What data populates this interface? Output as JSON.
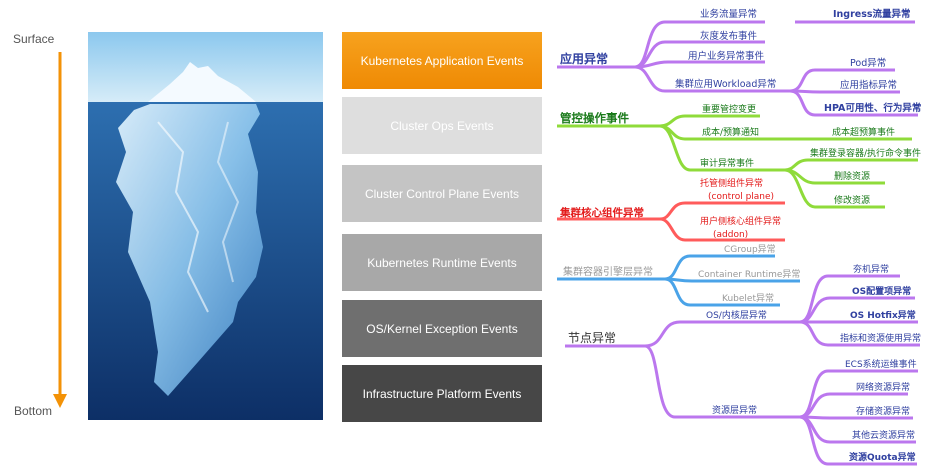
{
  "axis": {
    "top": "Surface",
    "bottom": "Bottom"
  },
  "layers": [
    {
      "label": "Kubernetes Application Events",
      "bg": "#f39207",
      "fg": "#ffffff"
    },
    {
      "label": "Cluster Ops Events",
      "bg": "#dedede",
      "fg": "#ffffff"
    },
    {
      "label": "Cluster Control Plane Events",
      "bg": "#c4c4c4",
      "fg": "#ffffff"
    },
    {
      "label": "Kubernetes Runtime Events",
      "bg": "#a8a8a8",
      "fg": "#ffffff"
    },
    {
      "label": "OS/Kernel Exception Events",
      "bg": "#6f6f6f",
      "fg": "#ffffff"
    },
    {
      "label": "Infrastructure Platform Events",
      "bg": "#474747",
      "fg": "#ffffff"
    }
  ],
  "mindmap": {
    "app": {
      "color": "#bb77ee",
      "text_color": "#3040a0",
      "root": "应用异常",
      "items": [
        "业务流量异常",
        "Ingress流量异常",
        "灰度发布事件",
        "用户业务异常事件",
        "集群应用Workload异常",
        "Pod异常",
        "应用指标异常",
        "HPA可用性、行为异常"
      ]
    },
    "ops": {
      "color": "#8fdb3a",
      "text_color": "#1a7a1a",
      "root": "管控操作事件",
      "items": [
        "重要管控变更",
        "成本/预算通知",
        "成本超预算事件",
        "审计异常事件",
        "集群登录容器/执行命令事件",
        "删除资源",
        "修改资源"
      ]
    },
    "control": {
      "color": "#ff5b5b",
      "text_color": "#e31a1a",
      "root": "集群核心组件异常",
      "items": [
        "托管侧组件异常",
        "(control plane)",
        "用户侧核心组件异常",
        "(addon)"
      ]
    },
    "runtime": {
      "color": "#4aa3e8",
      "text_color": "#999999",
      "root": "集群容器引擎层异常",
      "items": [
        "CGroup异常",
        "Container Runtime异常",
        "Kubelet异常"
      ]
    },
    "node": {
      "color": "#bb77ee",
      "text_color": "#3040a0",
      "root": "节点异常",
      "items": [
        "OS/内核层异常",
        "夯机异常",
        "OS配置项异常",
        "OS Hotfix异常",
        "指标和资源使用异常",
        "资源层异常",
        "ECS系统运维事件",
        "网络资源异常",
        "存储资源异常",
        "其他云资源异常",
        "资源Quota异常"
      ]
    }
  }
}
